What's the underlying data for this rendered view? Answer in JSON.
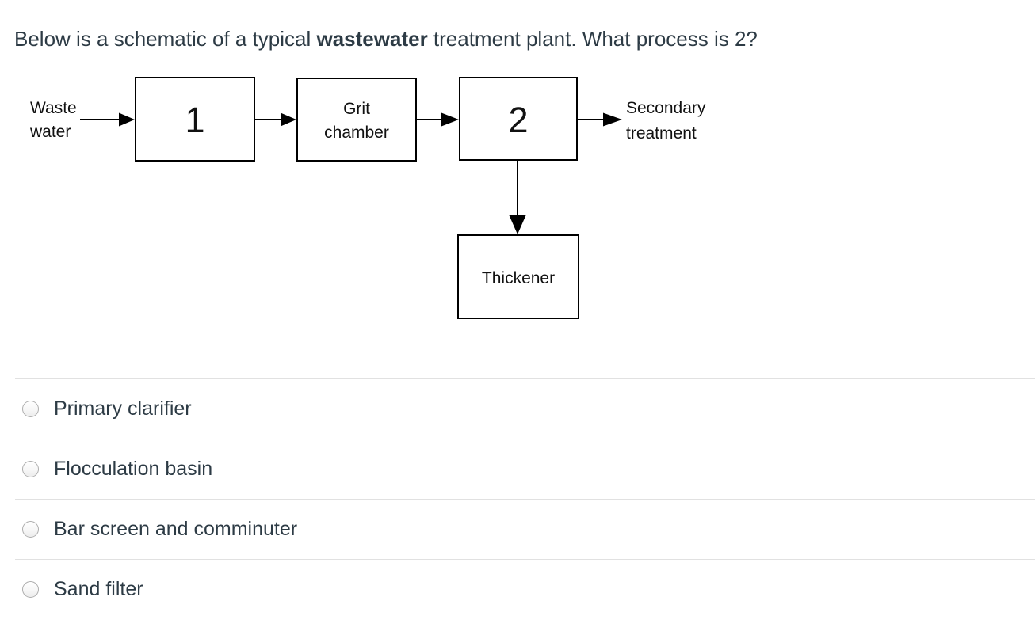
{
  "question": {
    "text_before_bold": "Below is a schematic of a typical ",
    "bold_text": "wastewater",
    "text_after_bold": " treatment plant. What process is 2?"
  },
  "diagram": {
    "input_label_line1": "Waste",
    "input_label_line2": "water",
    "box1_label": "1",
    "grit_chamber_line1": "Grit",
    "grit_chamber_line2": "chamber",
    "box2_label": "2",
    "output_label_line1": "Secondary",
    "output_label_line2": "treatment",
    "thickener_label": "Thickener"
  },
  "options": [
    {
      "label": "Primary clarifier",
      "selected": false
    },
    {
      "label": "Flocculation basin",
      "selected": false
    },
    {
      "label": "Bar screen and comminuter",
      "selected": false
    },
    {
      "label": "Sand filter",
      "selected": false
    }
  ],
  "colors": {
    "page_background": "#ffffff",
    "question_text": "#2d3b45",
    "option_text": "#2d3b45",
    "divider": "#e1e1e1",
    "diagram_stroke": "#000000",
    "radio_border": "#aeaeae"
  }
}
